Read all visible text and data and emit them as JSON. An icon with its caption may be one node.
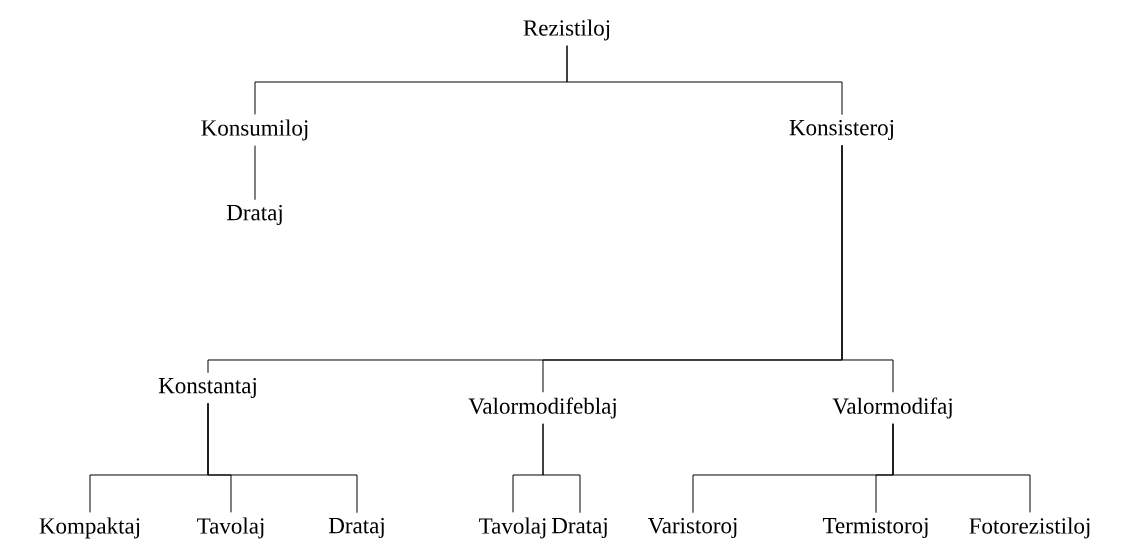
{
  "diagram": {
    "nodes": [
      {
        "text": [
          "Rezistiloj"
        ]
      },
      {
        "text": [
          "Konsumiloj"
        ]
      },
      {
        "text": [
          "Konsisteroj"
        ]
      },
      {
        "text": [
          "Drataj"
        ]
      },
      {
        "text": [
          "Konstantaj"
        ]
      },
      {
        "text": [
          "Valormodifeblaj"
        ]
      },
      {
        "text": [
          "Valormodifaj"
        ]
      },
      {
        "text": [
          "Kompaktaj"
        ]
      },
      {
        "text": [
          "Tavolaj"
        ]
      },
      {
        "text": [
          "Drataj"
        ]
      },
      {
        "text": [
          "Tavolaj"
        ]
      },
      {
        "text": [
          "Drataj"
        ]
      },
      {
        "text": [
          "Varistoroj"
        ]
      },
      {
        "text": [
          "Termistoroj"
        ]
      },
      {
        "text": [
          "Fotorezistiloj"
        ]
      }
    ],
    "edges": [
      {
        "from": 0,
        "to": 1,
        "arrow": "none"
      },
      {
        "from": 0,
        "to": 2,
        "arrow": "none"
      },
      {
        "from": 1,
        "to": 3,
        "arrow": "none"
      },
      {
        "from": 2,
        "to": 4,
        "arrow": "none"
      },
      {
        "from": 2,
        "to": 5,
        "arrow": "none"
      },
      {
        "from": 2,
        "to": 6,
        "arrow": "none"
      },
      {
        "from": 4,
        "to": 7,
        "arrow": "none"
      },
      {
        "from": 4,
        "to": 8,
        "arrow": "none"
      },
      {
        "from": 4,
        "to": 9,
        "arrow": "none"
      },
      {
        "from": 5,
        "to": 10,
        "arrow": "none"
      },
      {
        "from": 5,
        "to": 11,
        "arrow": "none"
      },
      {
        "from": 6,
        "to": 12,
        "arrow": "none"
      },
      {
        "from": 6,
        "to": 13,
        "arrow": "none"
      },
      {
        "from": 6,
        "to": 14,
        "arrow": "none"
      }
    ]
  }
}
